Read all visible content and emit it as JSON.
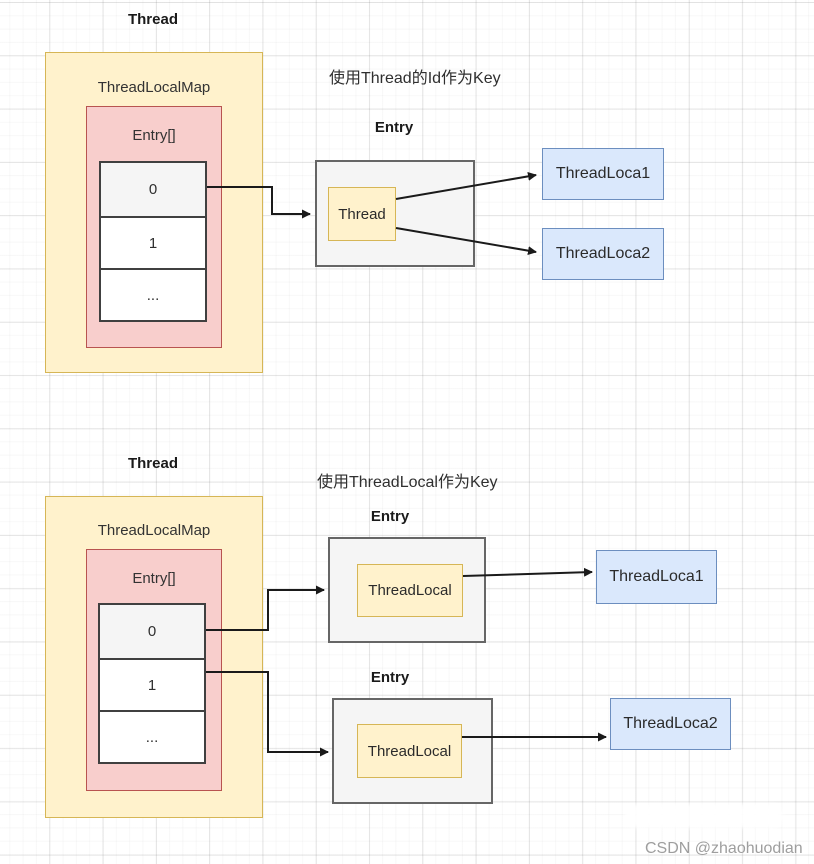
{
  "colors": {
    "yellow_fill": "#FFF2CC",
    "yellow_border": "#D6B656",
    "pink_fill": "#F8CECC",
    "pink_border": "#B85450",
    "grey_fill": "#F5F5F5",
    "grey_border": "#666666",
    "blue_fill": "#DAE8FC",
    "blue_border": "#6C8EBF",
    "arrow": "#1A1A1A"
  },
  "diagram1": {
    "title": "Thread",
    "caption": "使用Thread的Id作为Key",
    "map_label": "ThreadLocalMap",
    "array_label": "Entry[]",
    "cells": [
      "0",
      "1",
      "..."
    ],
    "entry_label": "Entry",
    "entry_key": "Thread",
    "targets": [
      "ThreadLoca1",
      "ThreadLoca2"
    ]
  },
  "diagram2": {
    "title": "Thread",
    "caption": "使用ThreadLocal作为Key",
    "map_label": "ThreadLocalMap",
    "array_label": "Entry[]",
    "cells": [
      "0",
      "1",
      "..."
    ],
    "entries": [
      {
        "label": "Entry",
        "key": "ThreadLocal",
        "target": "ThreadLoca1"
      },
      {
        "label": "Entry",
        "key": "ThreadLocal",
        "target": "ThreadLoca2"
      }
    ]
  },
  "watermark": "CSDN @zhaohuodian"
}
